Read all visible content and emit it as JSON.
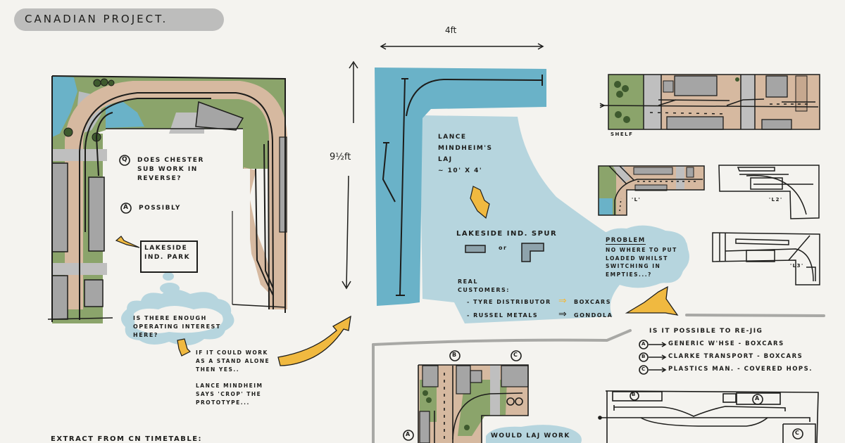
{
  "page": {
    "title": "Canadian Project.",
    "background": "#f4f3ef"
  },
  "colors": {
    "water": "#6ab2c8",
    "light_blue": "#b6d5de",
    "grass": "#8ba46b",
    "ground": "#d6b9a0",
    "building": "#a5a5a5",
    "road": "#bfbfbf",
    "arrow": "#f0b940",
    "ink": "#1d1d1b",
    "divider": "#a8a8a5"
  },
  "left_plan": {
    "question_marker": "Q",
    "question": "Does Chester sub work in reverse?",
    "question_lines": [
      "Does Chester",
      "sub work in",
      "reverse?"
    ],
    "answer_marker": "A",
    "answer": "Possibly",
    "callout_label_lines": [
      "Lakeside",
      "Ind. Park"
    ],
    "thought_cloud_lines": [
      "Is there enough",
      "operating interest",
      "here?"
    ],
    "reply_lines": [
      "If it could work",
      "as a stand alone",
      "then yes.."
    ],
    "quote_lines": [
      "Lance Mindheim",
      "says 'crop' the",
      "prototype..."
    ],
    "footer_text": "Extract from CN timetable:"
  },
  "center_plan": {
    "width_label": "4ft",
    "height_label": "9½ft",
    "laj_lines": [
      "Lance",
      "Mindheim's",
      "LAJ",
      "~ 10' x 4'"
    ],
    "spur_label": "Lakeside Ind. Spur",
    "or_label": "or",
    "customers_heading_lines": [
      "Real",
      "customers:"
    ],
    "customers": [
      {
        "name": "- Tyre distributor",
        "arrow": "⇒",
        "car_type": "Boxcars"
      },
      {
        "name": "- Russel Metals",
        "arrow": "⇒",
        "car_type": "Gondola"
      }
    ],
    "problem_heading": "Problem",
    "problem_lines": [
      "No where to put",
      "loaded whilst",
      "switching in",
      "empties...?"
    ]
  },
  "right_plans": {
    "shelf_label": "Shelf",
    "l_label": "'L'",
    "l2_label": "'L2'",
    "l3_label": "'L3'",
    "rejig_heading": "Is it possible to re-jig",
    "rejig_items": [
      {
        "marker": "A",
        "text": "Generic w'hse - Boxcars"
      },
      {
        "marker": "B",
        "text": "Clarke Transport - Boxcars"
      },
      {
        "marker": "C",
        "text": "Plastics Man. - Covered hops."
      }
    ],
    "bottom_markers": [
      "A",
      "B",
      "C"
    ],
    "laj_cloud_text": "Would LAJ work"
  }
}
